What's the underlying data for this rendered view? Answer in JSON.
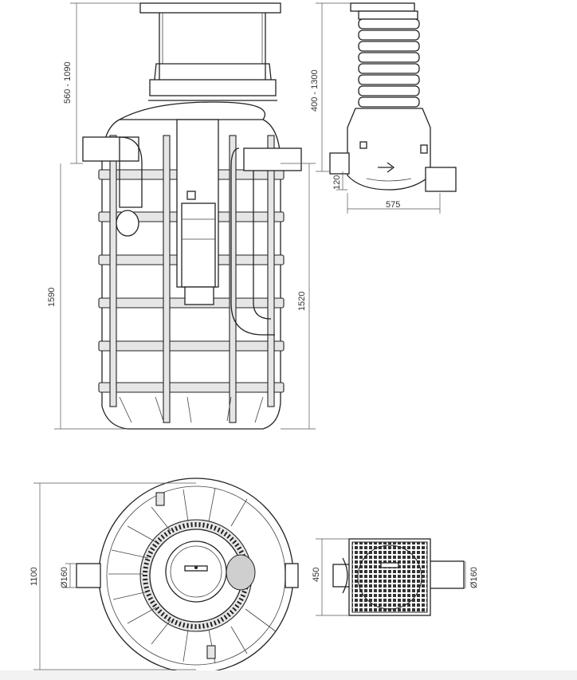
{
  "dimensions": {
    "front_top_height": "560 - 1090",
    "front_total_height": "1590",
    "front_body_height": "1520",
    "side_top_height": "400 - 1300",
    "side_base_height": "120",
    "side_width": "575",
    "plan_diameter": "1100",
    "plan_pipe": "Ø160",
    "small_plan_width": "450",
    "small_plan_pipe": "Ø160"
  },
  "colors": {
    "line": "#222222",
    "light_fill": "#e6e6e6",
    "dark_fill": "#cfcfcf"
  }
}
